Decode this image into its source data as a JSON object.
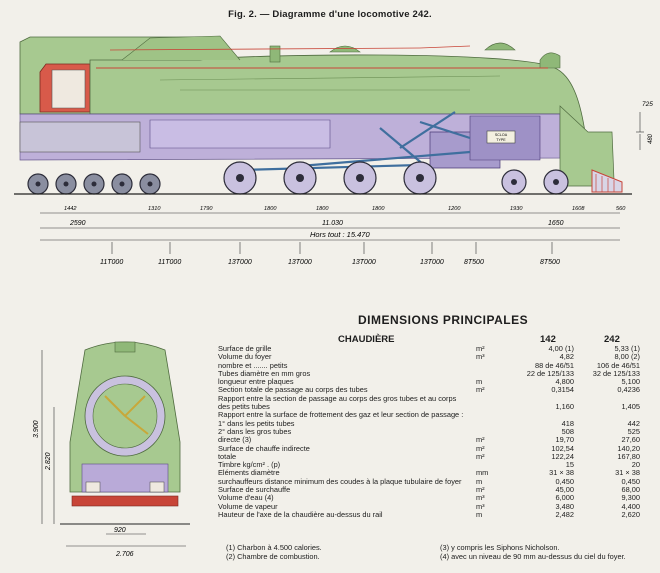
{
  "figure_title": "Fig. 2. — Diagramme d'une locomotive 242.",
  "side_view": {
    "plate_text": [
      "SCLOA",
      "TYPE"
    ],
    "wheel_spacings": [
      "1442",
      "1310",
      "1790",
      "1800",
      "1800",
      "1800",
      "1200",
      "1930",
      "1608",
      "560"
    ],
    "group_dims": [
      "2590",
      "11.030",
      "1650"
    ],
    "overall_label": "Hors tout : 15.470",
    "height_dims": [
      "725",
      "480"
    ],
    "axle_loads": [
      "11T000",
      "11T000",
      "13T000",
      "13T000",
      "13T000",
      "13T000",
      "8T500",
      "8T500"
    ]
  },
  "front_view": {
    "height_dims": [
      "3.900",
      "2.820"
    ],
    "bottom_dims": [
      "920",
      "2.706"
    ]
  },
  "dimensions_title": "DIMENSIONS PRINCIPALES",
  "section_title": "CHAUDIÈRE",
  "col_headers": [
    "142",
    "242"
  ],
  "rows": [
    {
      "label": "Surface de grille",
      "unit": "m²",
      "v1": "4,00 (1)",
      "v2": "5,33 (1)"
    },
    {
      "label": "Volume du foyer",
      "unit": "m³",
      "v1": "4,82",
      "v2": "8,00 (2)"
    },
    {
      "label": "nombre et ....... petits",
      "unit": "",
      "v1": "88 de 46/51",
      "v2": "106 de 46/51"
    },
    {
      "label": "Tubes  diamètre en mm  gros",
      "unit": "",
      "v1": "22 de 125/133",
      "v2": "32 de 125/133"
    },
    {
      "label": "longueur entre plaques",
      "unit": "m",
      "v1": "4,800",
      "v2": "5,100"
    },
    {
      "label": "Section totale de passage au corps des tubes",
      "unit": "m²",
      "v1": "0,3154",
      "v2": "0,4236"
    },
    {
      "label": "Rapport entre la section de passage au corps des gros tubes et au corps",
      "unit": "",
      "v1": "",
      "v2": ""
    },
    {
      "label": "des petits tubes",
      "unit": "",
      "v1": "1,160",
      "v2": "1,405"
    },
    {
      "label": "Rapport entre la surface de frottement des gaz et leur section de passage :",
      "unit": "",
      "v1": "",
      "v2": ""
    },
    {
      "label": "1° dans les petits tubes",
      "unit": "",
      "v1": "418",
      "v2": "442"
    },
    {
      "label": "2° dans les gros tubes",
      "unit": "",
      "v1": "508",
      "v2": "525"
    },
    {
      "label": "directe (3)",
      "unit": "m²",
      "v1": "19,70",
      "v2": "27,60"
    },
    {
      "label": "Surface de chauffe   indirecte",
      "unit": "m²",
      "v1": "102,54",
      "v2": "140,20"
    },
    {
      "label": "totale",
      "unit": "m²",
      "v1": "122,24",
      "v2": "167,80"
    },
    {
      "label": "Timbre kg/cm² . (p)",
      "unit": "",
      "v1": "15",
      "v2": "20"
    },
    {
      "label": "Eléments     diamètre",
      "unit": "mm",
      "v1": "31 × 38",
      "v2": "31 × 38"
    },
    {
      "label": "surchauffeurs  distance minimum des coudes à la plaque tubulaire de foyer",
      "unit": "m",
      "v1": "0,450",
      "v2": "0,450"
    },
    {
      "label": "Surface de surchauffe",
      "unit": "m²",
      "v1": "45,00",
      "v2": "68,00"
    },
    {
      "label": "Volume d'eau (4)",
      "unit": "m³",
      "v1": "6,000",
      "v2": "9,300"
    },
    {
      "label": "Volume de vapeur",
      "unit": "m³",
      "v1": "3,480",
      "v2": "4,400"
    },
    {
      "label": "Hauteur de l'axe de la chaudière au-dessus du rail",
      "unit": "m",
      "v1": "2,482",
      "v2": "2,620"
    }
  ],
  "notes": {
    "n1": "(1) Charbon à 4.500 calories.",
    "n2": "(2) Chambre de combustion.",
    "n3": "(3) y compris les Siphons Nicholson.",
    "n4": "(4) avec un niveau de 90 mm au-dessus du ciel du foyer."
  },
  "colors": {
    "paper": "#f2f0ea",
    "green": "#a7c990",
    "green_dark": "#8fb878",
    "lilac": "#b9aad8",
    "steel": "#3f6f9e",
    "red": "#c84538",
    "ink": "#1d1d1d"
  }
}
